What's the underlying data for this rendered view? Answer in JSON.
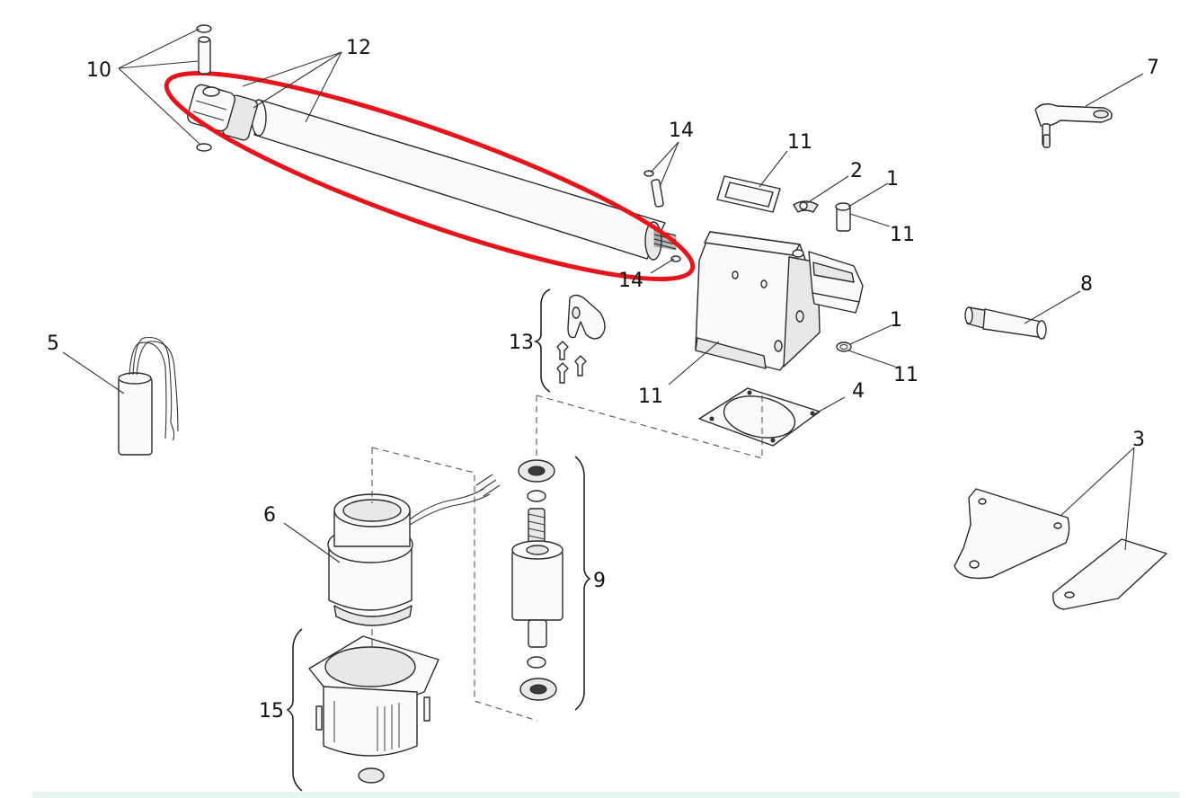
{
  "highlight": {
    "color": "#e8141b"
  },
  "callouts": {
    "c1a": "1",
    "c1b": "1",
    "c2": "2",
    "c3": "3",
    "c4": "4",
    "c5": "5",
    "c6": "6",
    "c7": "7",
    "c8": "8",
    "c9": "9",
    "c10": "10",
    "c11a": "11",
    "c11b": "11",
    "c11c": "11",
    "c11d": "11",
    "c12": "12",
    "c13": "13",
    "c14a": "14",
    "c14b": "14",
    "c15": "15"
  }
}
